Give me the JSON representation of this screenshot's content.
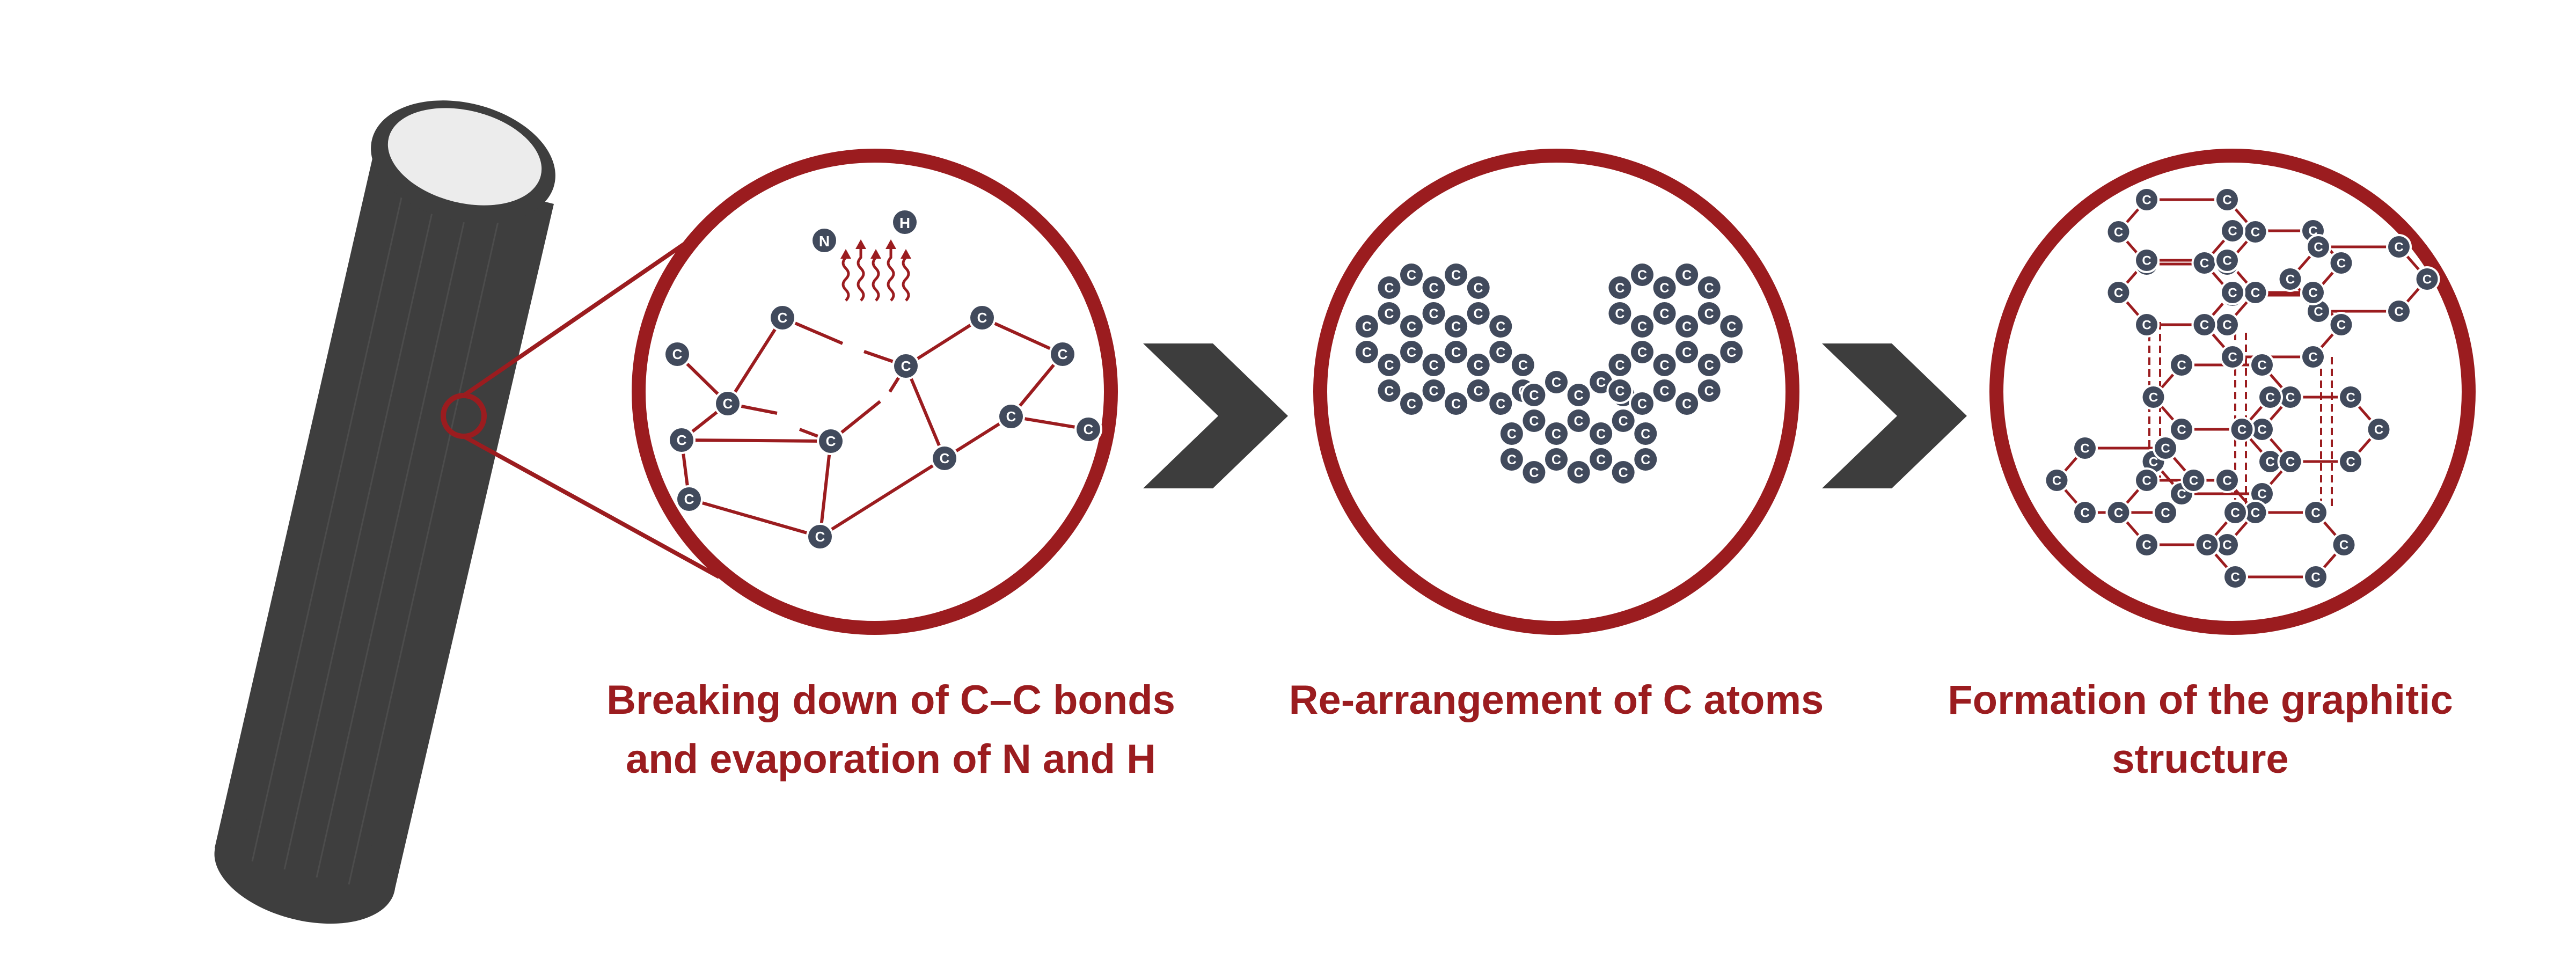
{
  "colors": {
    "accent": "#9b1c1f",
    "fiber": "#3e3e3e",
    "fiber_end": "#ececec",
    "atom_fill": "#414a5c",
    "chevron": "#3d3d3d"
  },
  "atom_label": "C",
  "gas_atoms": [
    "N",
    "H"
  ],
  "icons": {
    "fiber": "carbon-fiber-cylinder-icon",
    "arrow": "chevron-right-icon",
    "evaporation": "wavy-arrows-up-icon"
  },
  "steps": [
    {
      "id": "step-1",
      "caption_line1": "Breaking down of C–C bonds",
      "caption_line2": "and evaporation of N and H"
    },
    {
      "id": "step-2",
      "caption_line1": "Re-arrangement of C atoms",
      "caption_line2": ""
    },
    {
      "id": "step-3",
      "caption_line1": "Formation of the graphitic",
      "caption_line2": "structure"
    }
  ]
}
